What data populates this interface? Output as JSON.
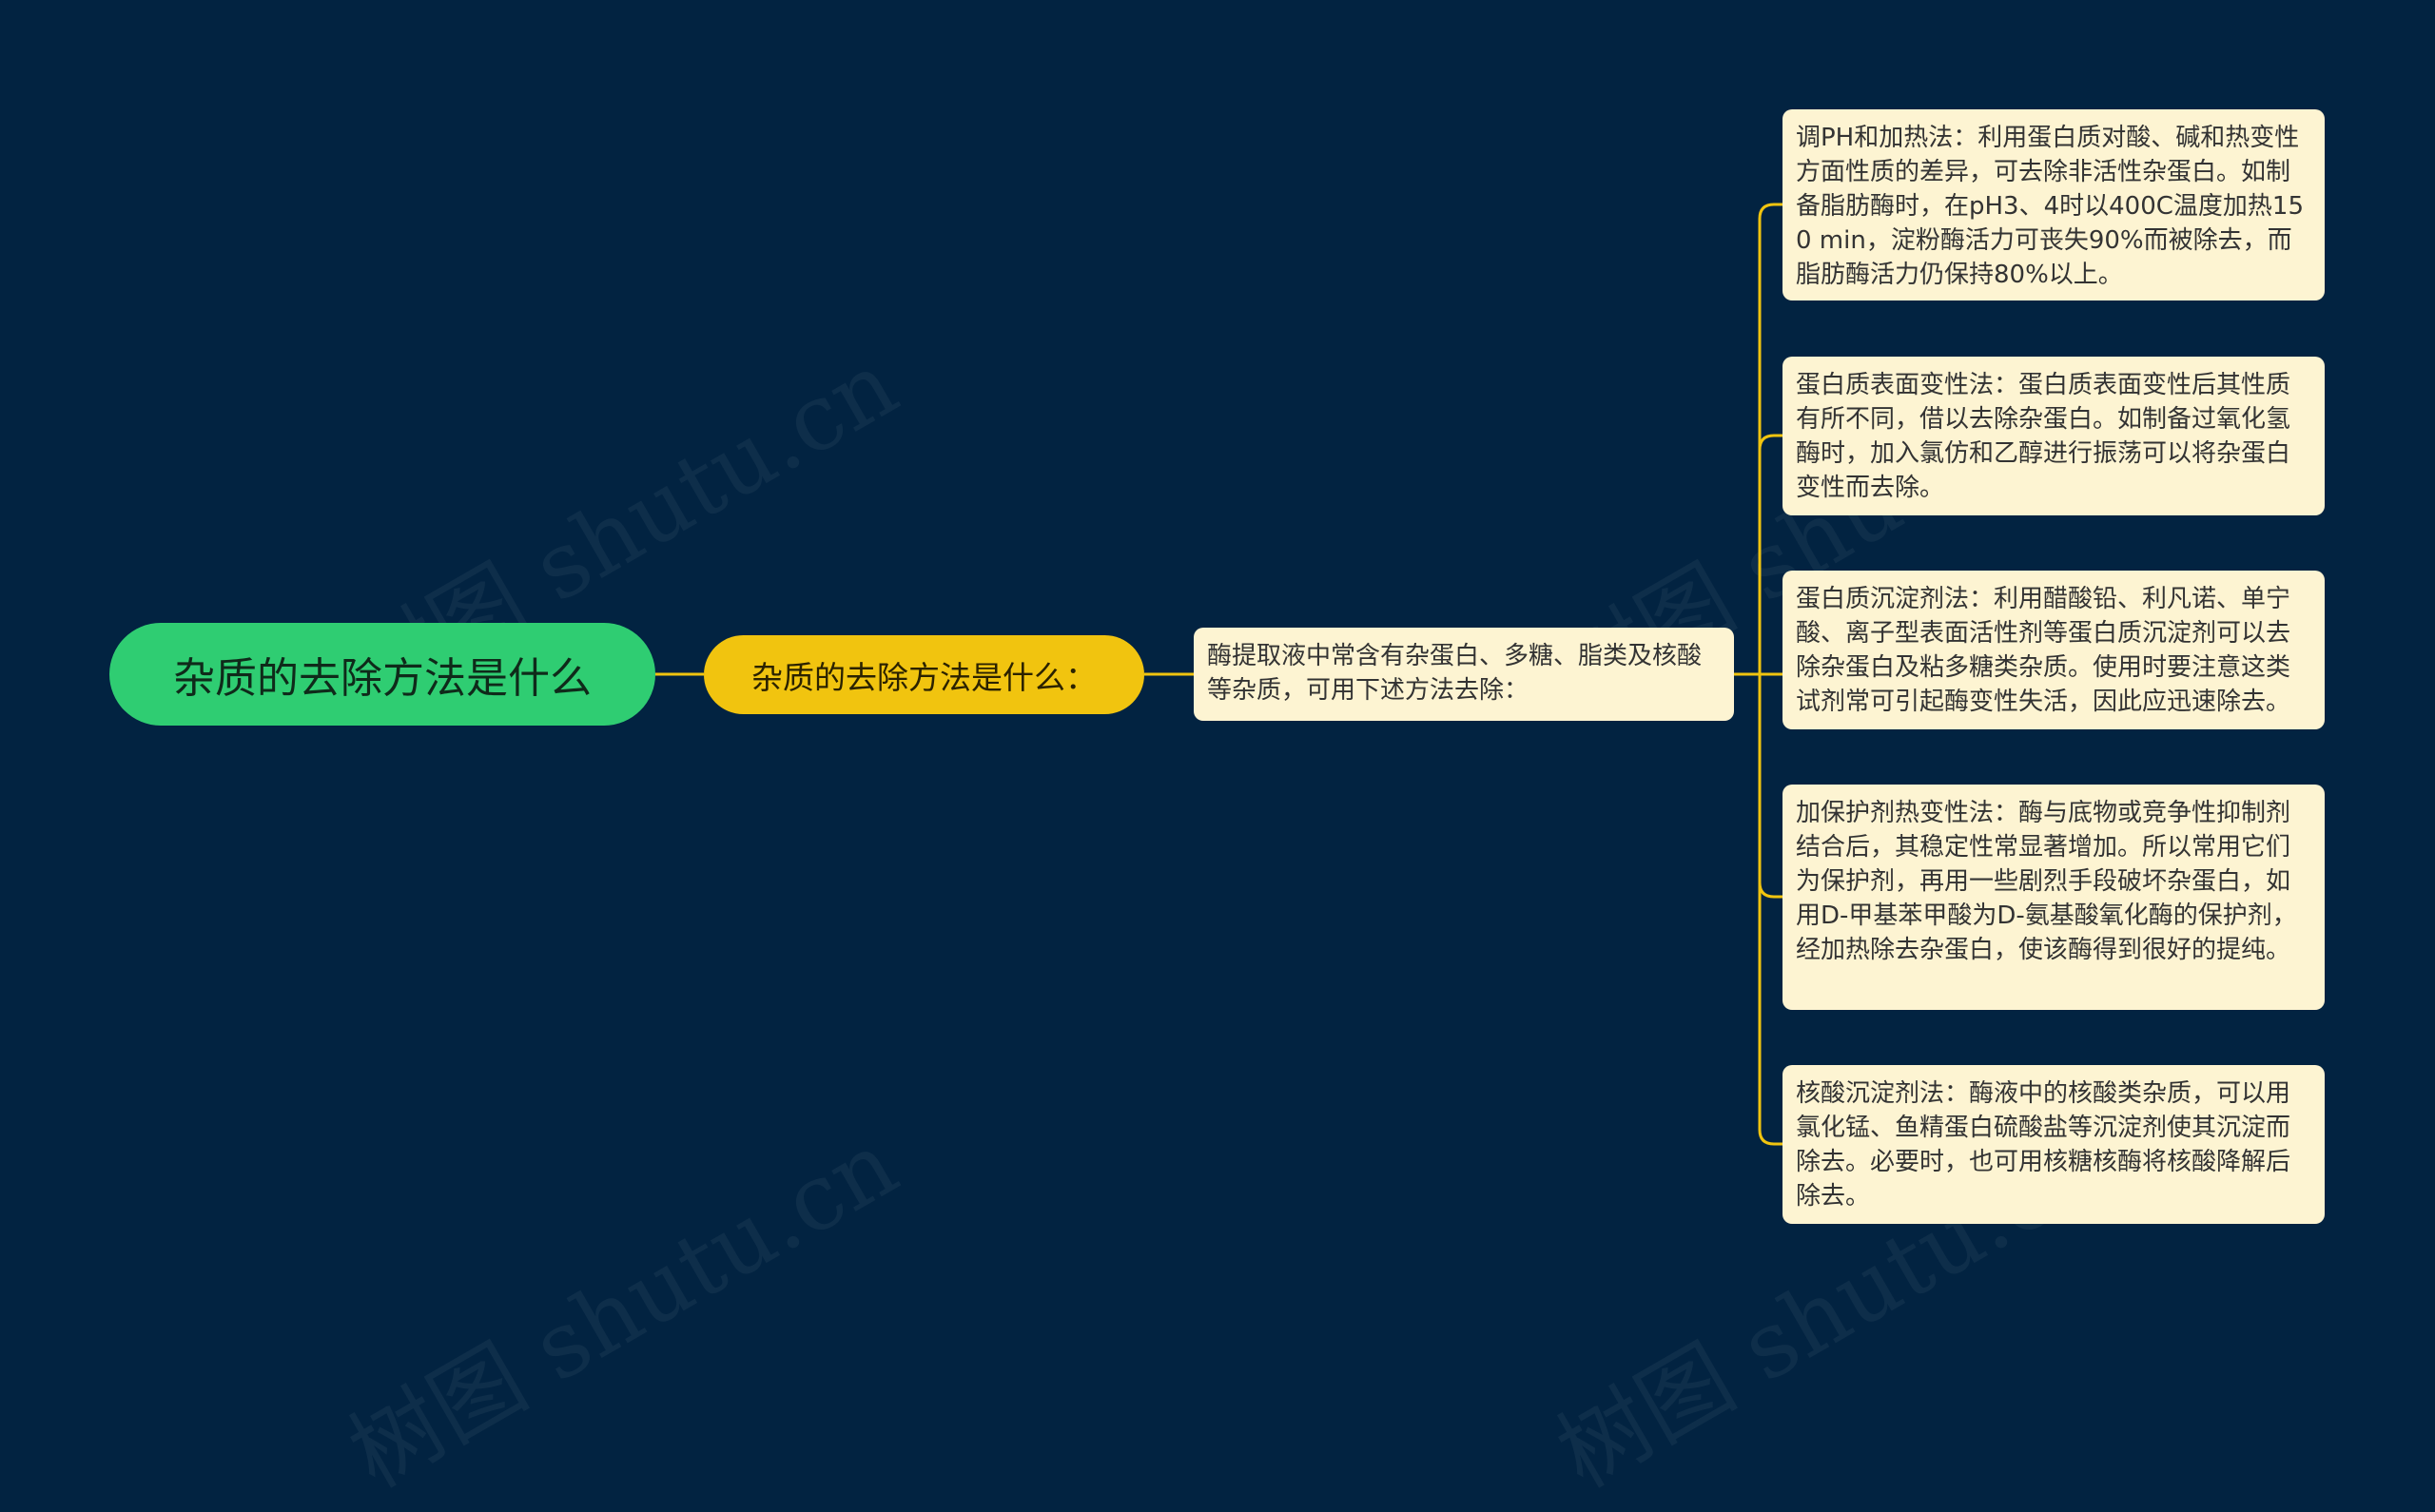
{
  "colors": {
    "background": "#022341",
    "root_fill": "#2fcd72",
    "sub_fill": "#f1c40f",
    "card_fill": "#fdf4d2",
    "connector": "#f1c40f"
  },
  "watermark": "树图 shutu.cn",
  "root": {
    "label": "杂质的去除方法是什么"
  },
  "subtopic": {
    "label": "杂质的去除方法是什么："
  },
  "intro": {
    "text": "酶提取液中常含有杂蛋白、多糖、脂类及核酸等杂质，可用下述方法去除："
  },
  "branches": [
    {
      "text": "调PH和加热法：利用蛋白质对酸、碱和热变性方面性质的差异，可去除非活性杂蛋白。如制备脂肪酶时，在pH3、4时以400C温度加热150 min，淀粉酶活力可丧失90%而被除去，而脂肪酶活力仍保持80%以上。"
    },
    {
      "text": "蛋白质表面变性法：蛋白质表面变性后其性质有所不同，借以去除杂蛋白。如制备过氧化氢酶时，加入氯仿和乙醇进行振荡可以将杂蛋白变性而去除。"
    },
    {
      "text": "蛋白质沉淀剂法：利用醋酸铅、利凡诺、单宁酸、离子型表面活性剂等蛋白质沉淀剂可以去除杂蛋白及粘多糖类杂质。使用时要注意这类试剂常可引起酶变性失活，因此应迅速除去。"
    },
    {
      "text": "加保护剂热变性法：酶与底物或竞争性抑制剂结合后，其稳定性常显著增加。所以常用它们为保护剂，再用一些剧烈手段破坏杂蛋白，如用D-甲基苯甲酸为D-氨基酸氧化酶的保护剂，经加热除去杂蛋白，使该酶得到很好的提纯。"
    },
    {
      "text": "核酸沉淀剂法：酶液中的核酸类杂质，可以用氯化锰、鱼精蛋白硫酸盐等沉淀剂使其沉淀而除去。必要时，也可用核糖核酶将核酸降解后除去。"
    }
  ]
}
